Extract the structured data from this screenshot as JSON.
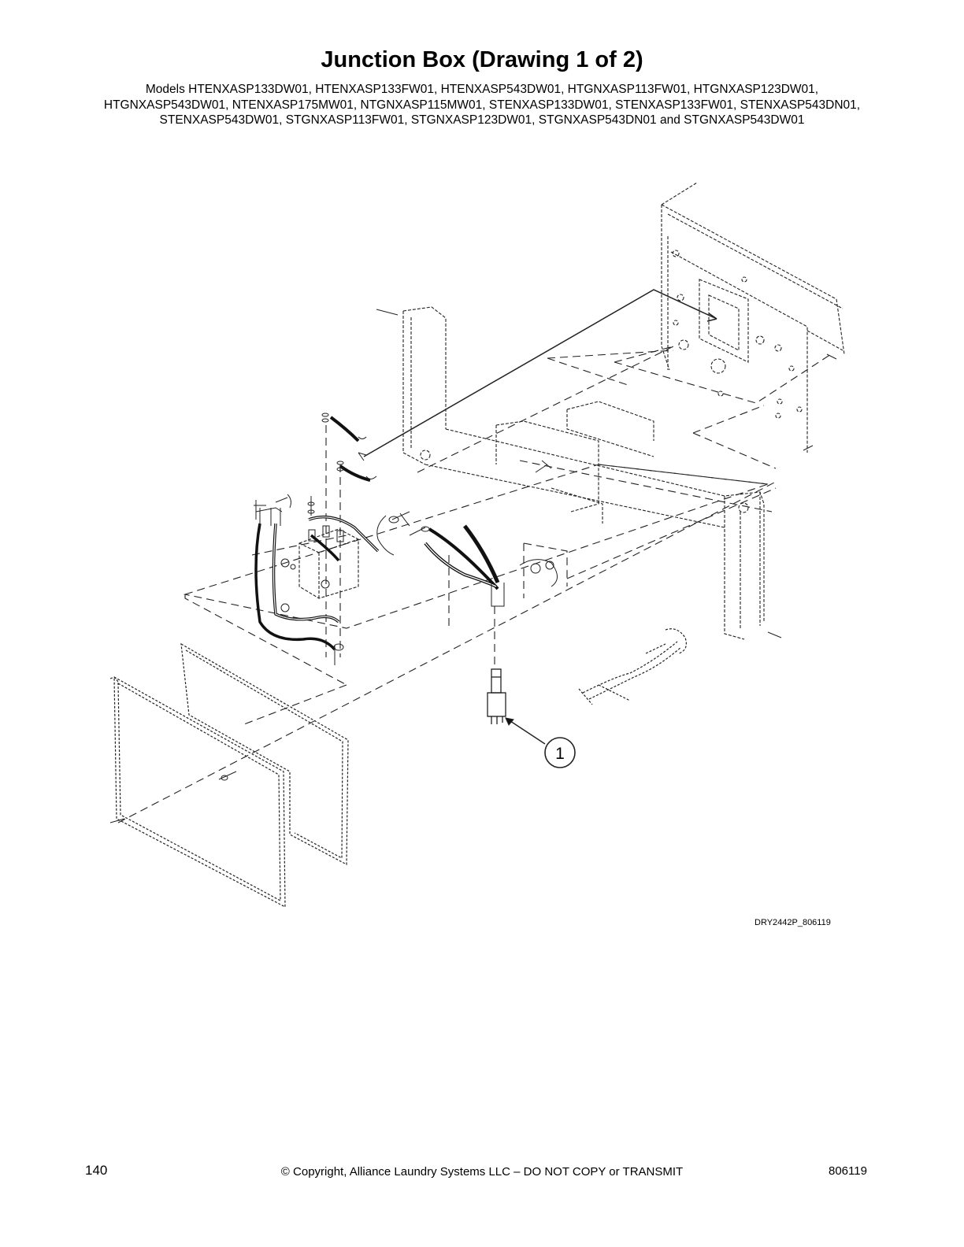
{
  "header": {
    "title": "Junction Box (Drawing 1 of 2)",
    "models": "Models HTENXASP133DW01, HTENXASP133FW01, HTENXASP543DW01, HTGNXASP113FW01, HTGNXASP123DW01, HTGNXASP543DW01, NTENXASP175MW01, NTGNXASP115MW01, STENXASP133DW01, STENXASP133FW01, STENXASP543DN01, STENXASP543DW01, STGNXASP113FW01, STGNXASP123DW01, STGNXASP543DN01 and STGNXASP543DW01"
  },
  "drawing": {
    "callouts": [
      {
        "label": "1"
      }
    ],
    "drawing_id": "DRY2442P_806119"
  },
  "footer": {
    "page_number": "140",
    "copyright": "© Copyright, Alliance Laundry Systems LLC – DO NOT COPY or TRANSMIT",
    "doc_number": "806119"
  }
}
